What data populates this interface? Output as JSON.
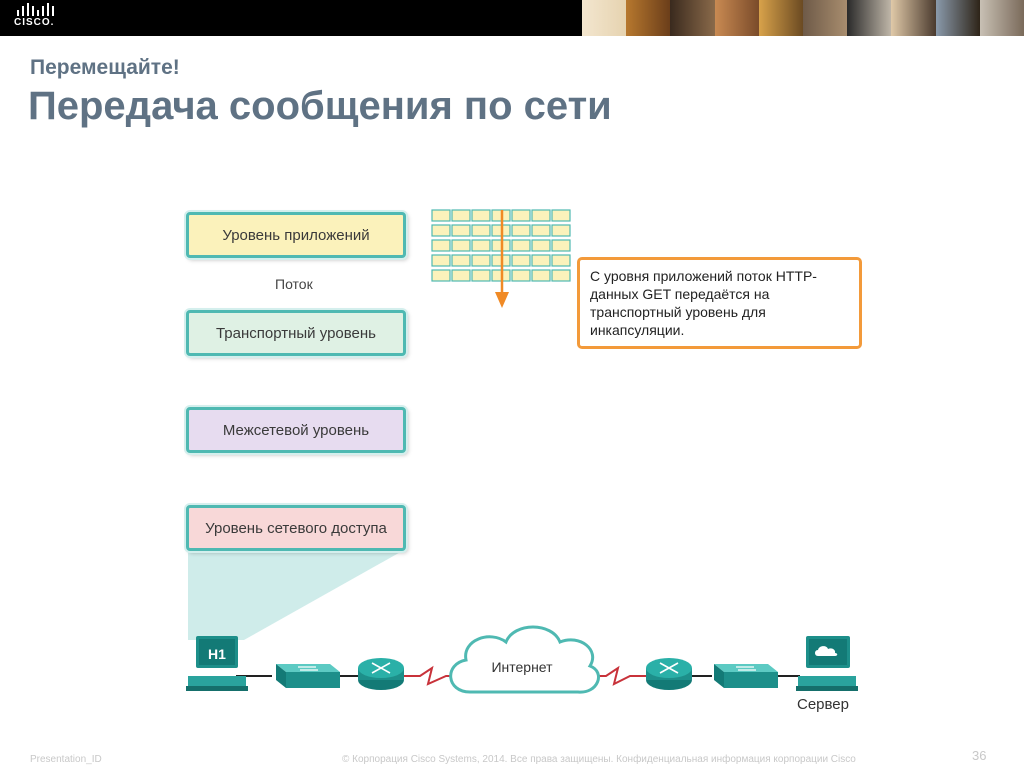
{
  "brand": {
    "logo_text": "CISCO."
  },
  "header": {
    "subtitle": "Перемещайте!",
    "title": "Передача сообщения по сети"
  },
  "layers": {
    "application": "Уровень приложений",
    "transport": "Транспортный уровень",
    "internet": "Межсетевой уровень",
    "network_access": "Уровень сетевого доступа"
  },
  "flow_label": "Поток",
  "message_box": {
    "text": "С уровня приложений поток HTTP-данных GET передаётся на транспортный уровень для инкапсуляции."
  },
  "topology": {
    "host_label": "H1",
    "cloud_label": "Интернет",
    "server_label": "Сервер"
  },
  "footer": {
    "presentation_id": "Presentation_ID",
    "copyright": "© Корпорация Cisco Systems, 2014. Все права защищены.    Конфиденциальная информация корпорации Cisco",
    "page_number": "36"
  },
  "colors": {
    "accent_teal": "#4fb9b2",
    "accent_orange": "#f39a3a",
    "title_gray": "#5f7284",
    "device_teal": "#1d8f8a"
  }
}
